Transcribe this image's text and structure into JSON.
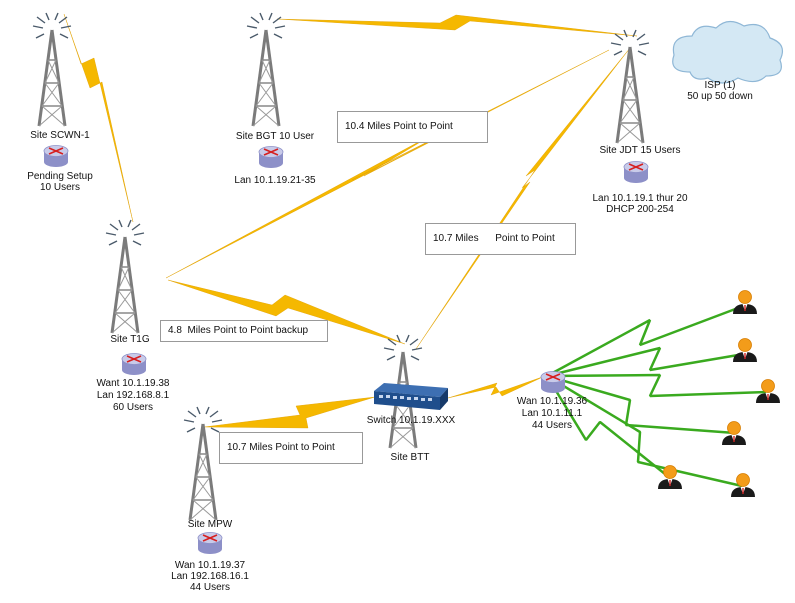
{
  "sites": {
    "scwn": {
      "name": "Site SCWN-1",
      "status": "Pending Setup",
      "users": "10 Users"
    },
    "bgt": {
      "name": "Site BGT 10 User",
      "lan": "Lan 10.1.19.21-35"
    },
    "jdt": {
      "name": "Site JDT   15 Users",
      "lan": "Lan 10.1.19.1 thur 20",
      "dhcp": "DHCP 200-254"
    },
    "t1g": {
      "name": "Site T1G",
      "wan": "Want 10.1.19.38",
      "lan": "Lan 192.168.8.1",
      "users": "60 Users"
    },
    "btt": {
      "name": "Site BTT",
      "switch": "Switch 10.1.19.XXX",
      "wan": "Wan 10.1.19.36",
      "lan": "Lan 10.1.11.1",
      "users": "44 Users"
    },
    "mpw": {
      "name": "Site MPW",
      "wan": "Wan 10.1.19.37",
      "lan": "Lan 192.168.16.1",
      "users": "44 Users"
    }
  },
  "isp": {
    "name": "ISP (1)",
    "speed": "50 up 50  down"
  },
  "links": {
    "bgt_jdt": "10.4 Miles Point to Point",
    "jdt_btt": "10.7 Miles      Point to Point",
    "t1g_btt": "4.8  Miles Point to Point backup",
    "mpw_btt": "10.7 Miles Point to Point"
  },
  "icons": [
    "tower-icon",
    "router-icon",
    "cloud-icon",
    "switch-icon",
    "user-icon"
  ],
  "colors": {
    "wireless": "#f5b800",
    "client_links": "#3aaa1f",
    "tower": "#777777",
    "router": "#8a8ec6",
    "cloud": "#cfe4f1",
    "user_head": "#f39c1a"
  }
}
